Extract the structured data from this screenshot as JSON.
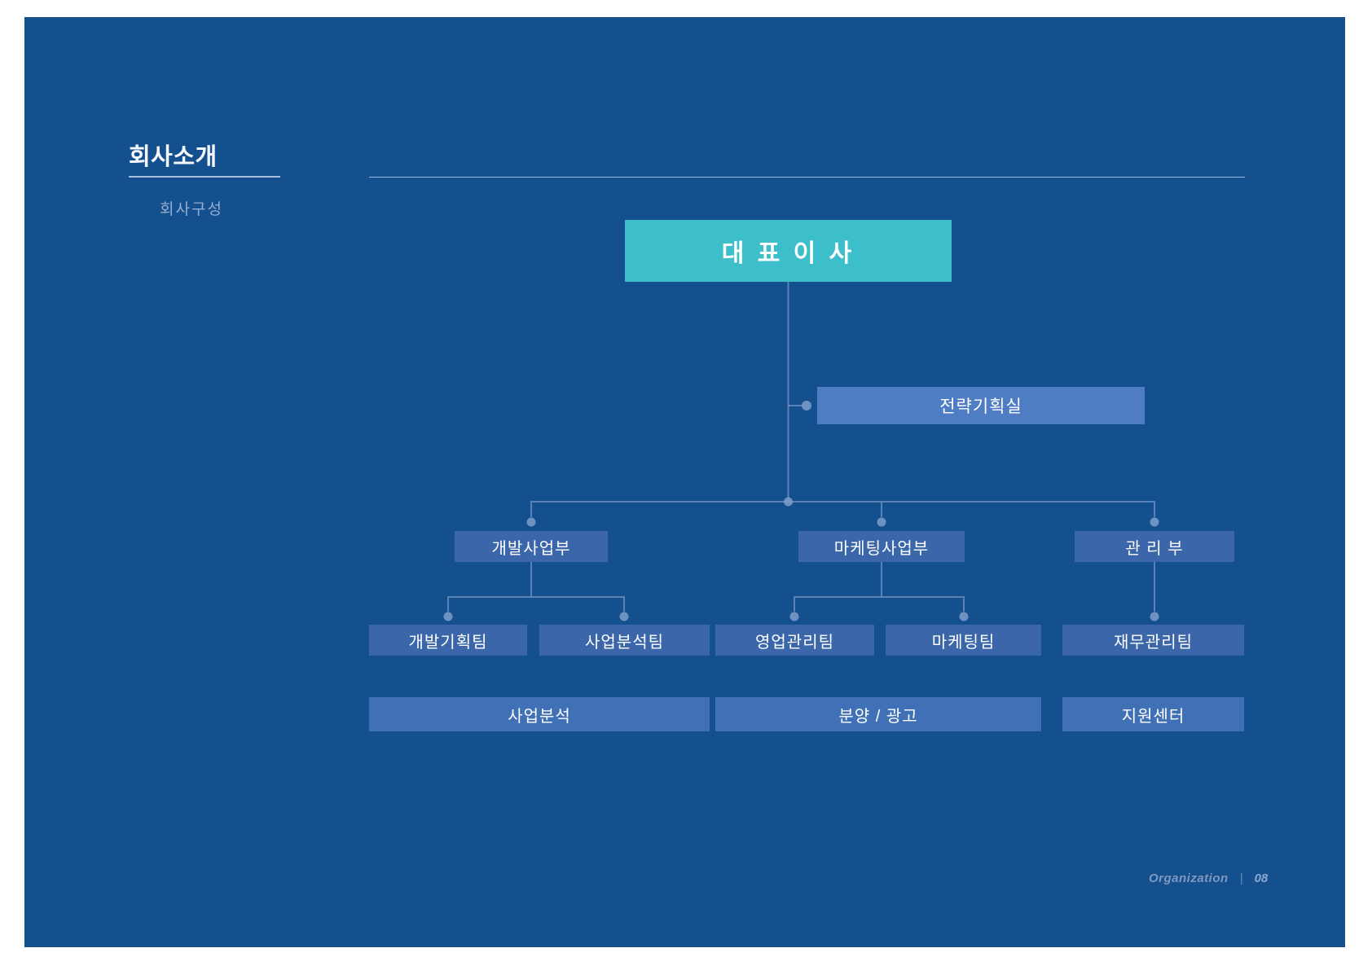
{
  "slide": {
    "title": "회사소개",
    "subtitle": "회사구성",
    "footer": {
      "label": "Organization",
      "separator": "|",
      "page_number": "08"
    }
  },
  "org": {
    "ceo": "대 표 이 사",
    "staff": "전략기획실",
    "groups": [
      {
        "dept": "개발사업부",
        "teams": [
          "개발기획팀",
          "사업분석팀"
        ],
        "band": "사업분석"
      },
      {
        "dept": "마케팅사업부",
        "teams": [
          "영업관리팀",
          "마케팅팀"
        ],
        "band": "분양 / 광고"
      },
      {
        "dept": "관 리 부",
        "teams": [
          "재무관리팀"
        ],
        "band": "지원센터"
      }
    ]
  },
  "colors": {
    "slide_bg": "#15508E",
    "ceo_box": "#3CBECB",
    "staff_box": "#4E7DC4",
    "dept_box": "#3B67AA",
    "team_box": "#3B67AA",
    "band_box": "#4070B5",
    "connector": "#7E9DCB",
    "text": "#FFFFFF"
  }
}
